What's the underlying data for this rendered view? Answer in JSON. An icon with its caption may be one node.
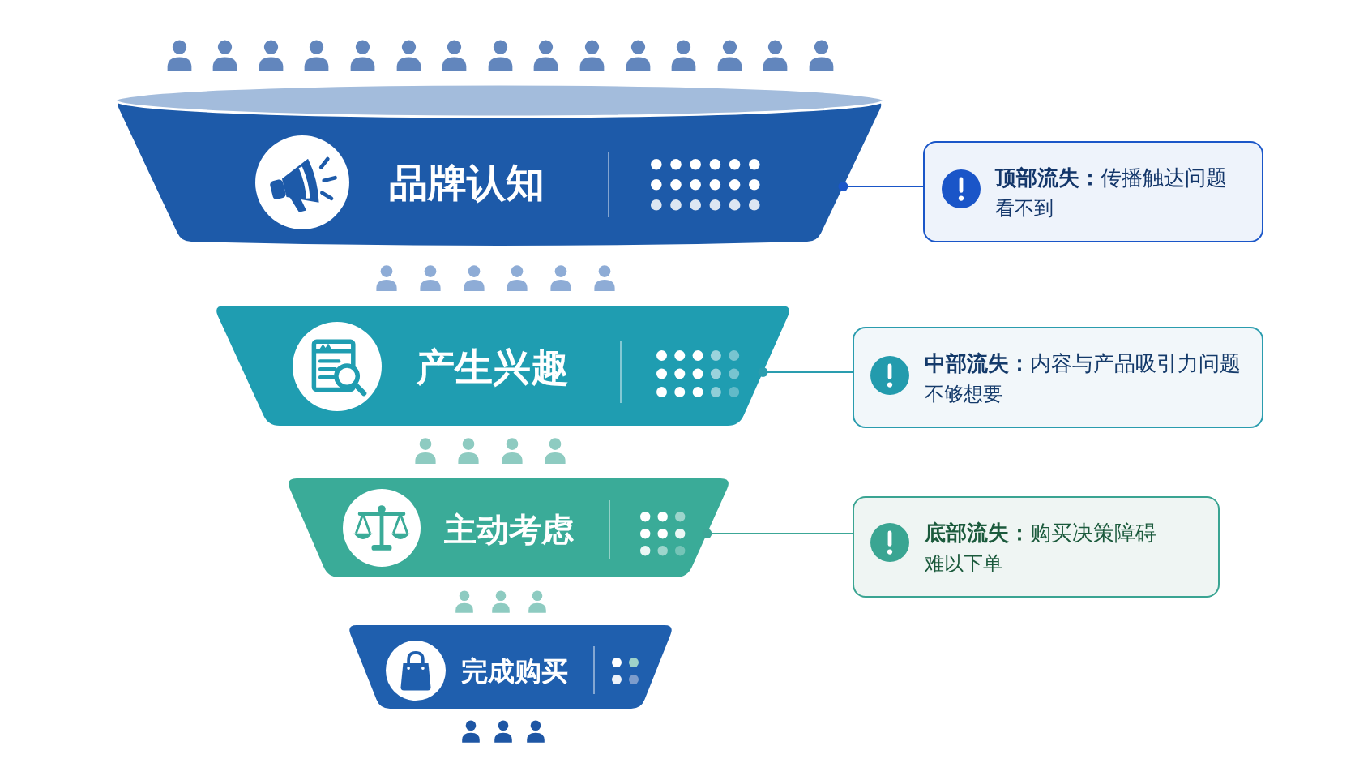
{
  "diagram": {
    "nodes": [
      {
        "text": [
          "品牌认知"
        ]
      },
      {
        "text": [
          "产生兴趣"
        ]
      },
      {
        "text": [
          "主动考虑"
        ]
      },
      {
        "text": [
          "完成购买"
        ]
      },
      {
        "text": [
          "**顶部流失：**传播触达问题",
          "看不到"
        ]
      },
      {
        "text": [
          "**中部流失：**内容与产品吸引力问题",
          "不够想要"
        ]
      },
      {
        "text": [
          "**底部流失：**购买决策障碍",
          "难以下单"
        ]
      }
    ],
    "edges": [
      {
        "from": 4,
        "to": 0,
        "arrow": "other",
        "color": "#1a56c8"
      },
      {
        "from": 5,
        "to": 1,
        "arrow": "other",
        "color": "#2a9daf"
      },
      {
        "from": 6,
        "to": 2,
        "arrow": "other",
        "color": "#3ca797"
      }
    ]
  }
}
